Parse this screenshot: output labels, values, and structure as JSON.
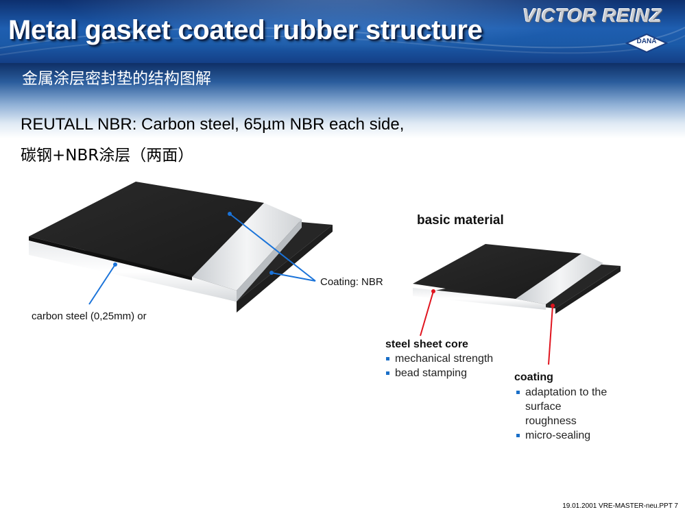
{
  "header": {
    "title": "Metal gasket coated rubber structure",
    "subtitle": "金属涂层密封垫的结构图解",
    "brand": "VICTOR REINZ",
    "brand_sub": "DANA"
  },
  "description": {
    "line1": "REUTALL NBR: Carbon steel, 65µm NBR each side,",
    "line2": "碳钢+NBR涂层（两面）"
  },
  "left_figure": {
    "coating_label": "Coating: NBR",
    "core_label": "carbon steel (0,25mm) or"
  },
  "right_figure": {
    "heading": "basic material",
    "steel": {
      "title": "steel sheet core",
      "items": [
        "mechanical strength",
        "bead stamping"
      ]
    },
    "coating": {
      "title": "coating",
      "items": [
        "adaptation to the",
        "surface",
        "roughness",
        "micro-sealing"
      ]
    }
  },
  "footer": "19.01.2001 VRE-MASTER-neu.PPT 7",
  "colors": {
    "header_blue": "#1e5eb0",
    "pointer_blue": "#1a73d9",
    "pointer_red": "#e0141e",
    "bullet_blue": "#1a6fc8"
  }
}
